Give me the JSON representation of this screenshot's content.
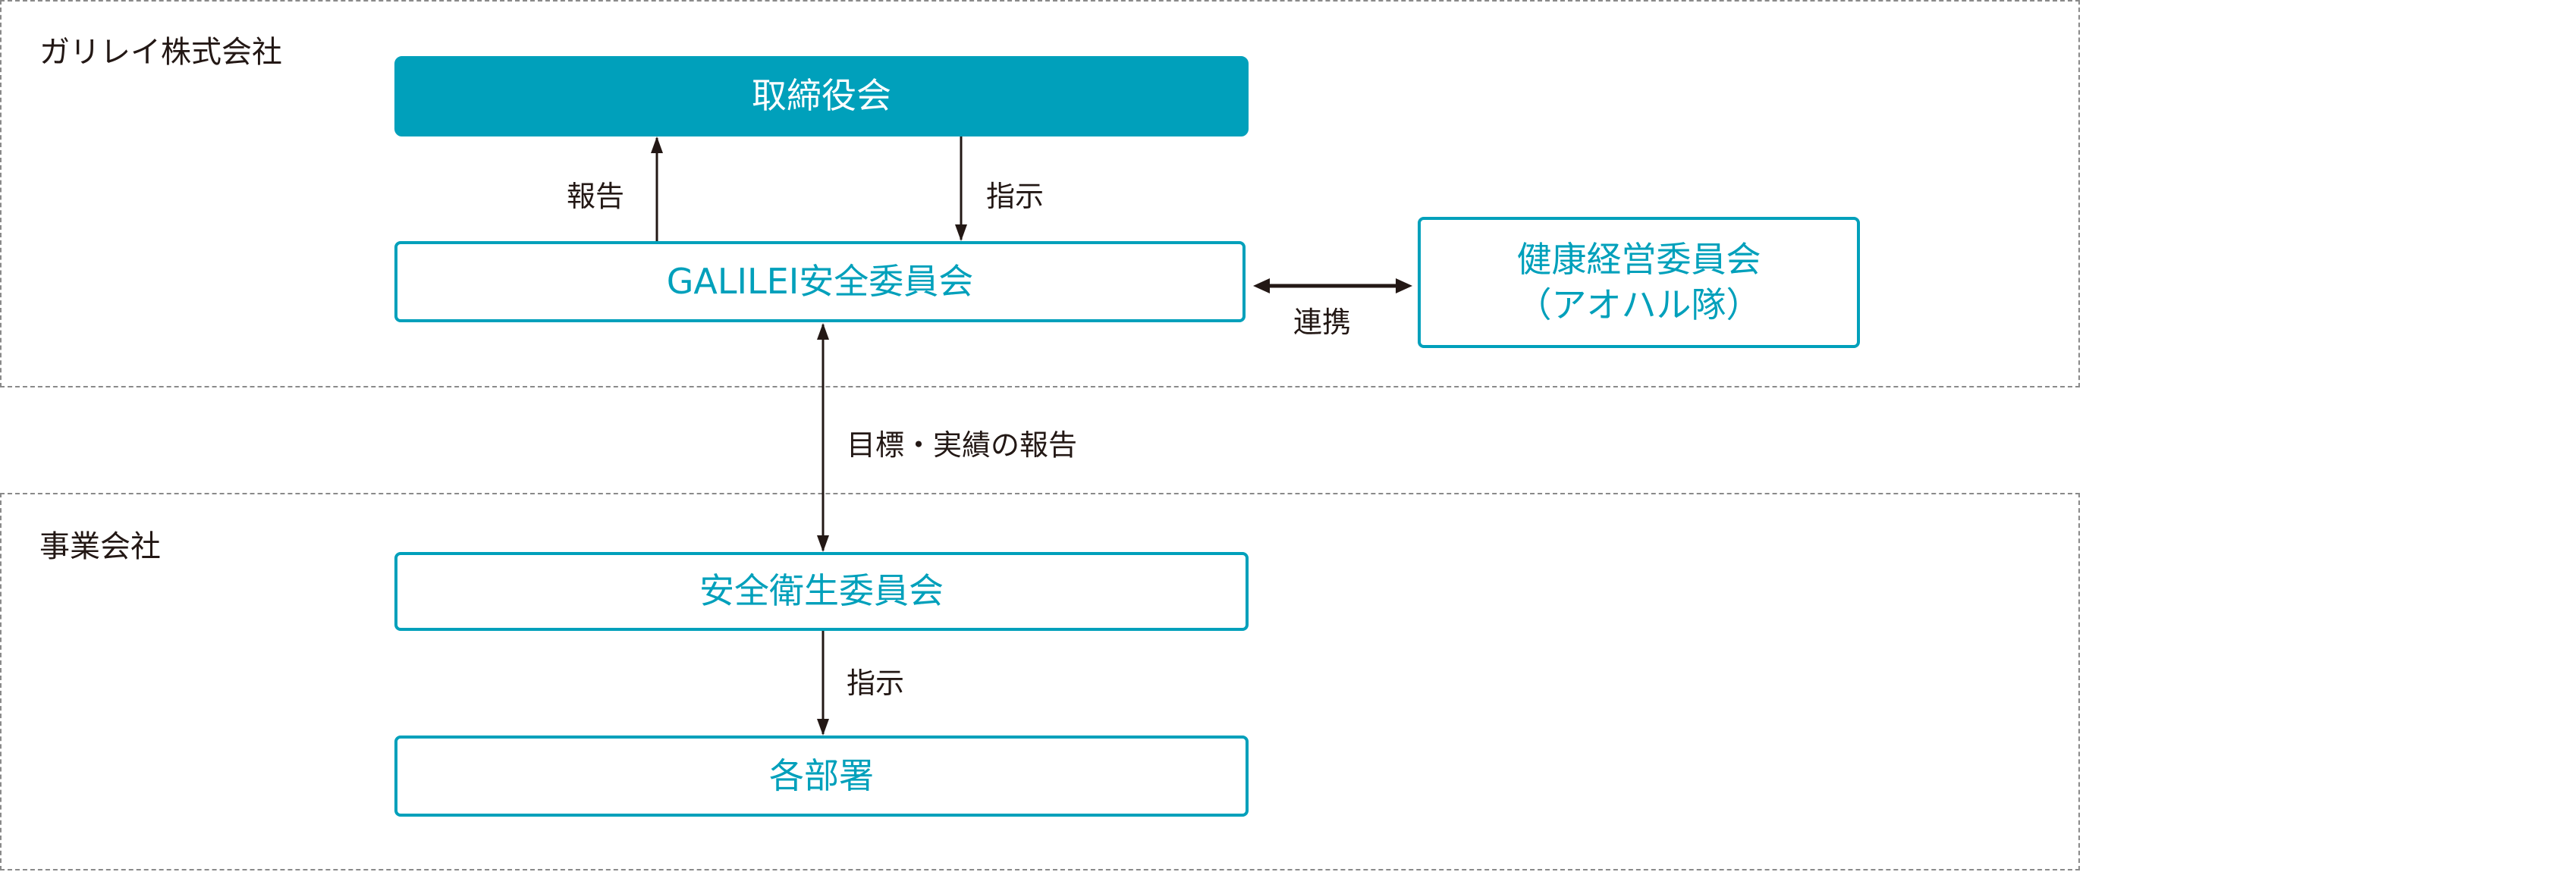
{
  "groups": {
    "parent": {
      "label": "ガリレイ株式会社"
    },
    "subsidiary": {
      "label": "事業会社"
    }
  },
  "nodes": {
    "board": "取締役会",
    "galilei_safety": "GALILEI安全委員会",
    "health": {
      "line1": "健康経営委員会",
      "line2": "（アオハル隊）"
    },
    "safety_health": "安全衛生委員会",
    "departments": "各部署"
  },
  "edges": {
    "report": "報告",
    "instruct": "指示",
    "cooperate": "連携",
    "targets_report": "目標・実績の報告",
    "instruct2": "指示"
  },
  "colors": {
    "accent": "#00a0bb",
    "text": "#231815"
  }
}
